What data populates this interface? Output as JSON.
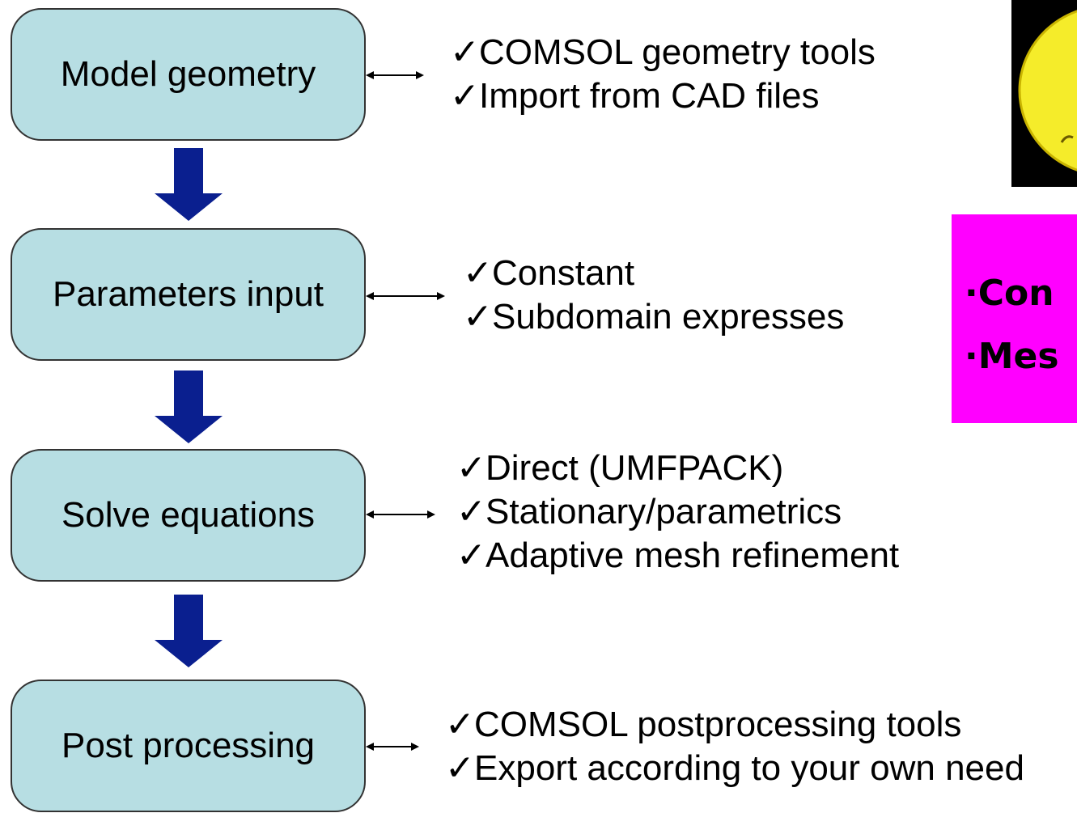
{
  "steps": [
    {
      "label": "Model geometry"
    },
    {
      "label": "Parameters input"
    },
    {
      "label": "Solve equations"
    },
    {
      "label": "Post processing"
    }
  ],
  "details": [
    {
      "items": [
        "COMSOL geometry tools",
        "Import from CAD files"
      ]
    },
    {
      "items": [
        "Constant",
        "Subdomain expresses"
      ]
    },
    {
      "items": [
        "Direct (UMFPACK)",
        "Stationary/parametrics",
        "Adaptive mesh refinement"
      ]
    },
    {
      "items": [
        "COMSOL postprocessing tools",
        "Export according to your own need"
      ]
    }
  ],
  "check_glyph": "✓",
  "note": {
    "lines": [
      "·Con",
      "·Mes"
    ]
  },
  "colors": {
    "box_fill": "#b7dee3",
    "box_border": "#333333",
    "flow_arrow": "#0a1f8f",
    "note_bg": "#ff00ff",
    "logo_yellow": "#f5ec2a"
  }
}
